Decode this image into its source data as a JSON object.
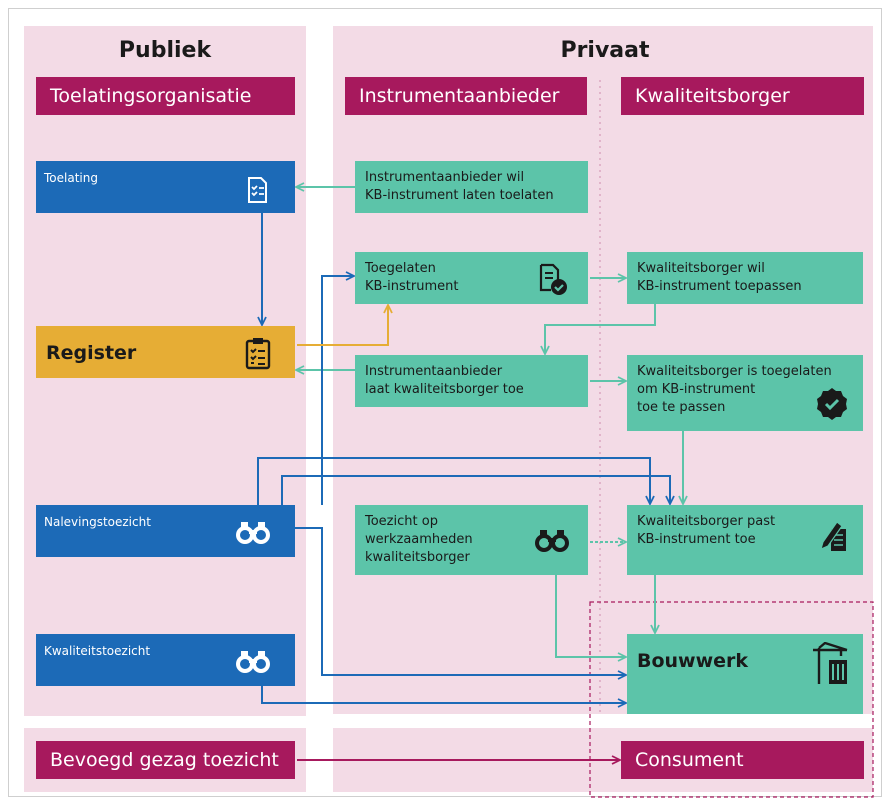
{
  "headers": {
    "publiek": "Publiek",
    "privaat": "Privaat"
  },
  "columns": {
    "toelatingsorganisatie": "Toelatingsorganisatie",
    "instrumentaanbieder": "Instrumentaanbieder",
    "kwaliteitsborger": "Kwaliteitsborger"
  },
  "boxes": {
    "toelating": "Toelating",
    "register": "Register",
    "nalevingstoezicht": "Nalevingstoezicht",
    "kwaliteitstoezicht": "Kwaliteitstoezicht",
    "aanbieder_wil": "Instrumentaanbieder wil\nKB-instrument laten toelaten",
    "toegelaten": "Toegelaten\nKB-instrument",
    "laat_toe": "Instrumentaanbieder\nlaat kwaliteitsborger toe",
    "toezicht_op": "Toezicht op\nwerkzaamheden\nkwaliteitsborger",
    "borger_wil": "Kwaliteitsborger wil\nKB-instrument toepassen",
    "borger_toegelaten": "Kwaliteitsborger is toegelaten\nom KB-instrument\ntoe te passen",
    "borger_past": "Kwaliteitsborger past\nKB-instrument toe",
    "bouwwerk": "Bouwwerk"
  },
  "bottom": {
    "bevoegd_gezag": "Bevoegd gezag toezicht",
    "consument": "Consument"
  },
  "colors": {
    "magenta": "#a7195d",
    "blue": "#1c6ab7",
    "green": "#5cc4a9",
    "yellow": "#e6ad35",
    "zone": "#f3dbe6"
  },
  "icons": {
    "toelating": "checklist-document-icon",
    "register": "clipboard-icon",
    "toegelaten": "certified-document-icon",
    "nalevingstoezicht": "binoculars-icon",
    "kwaliteitstoezicht": "binoculars-icon",
    "toezicht_op": "binoculars-icon",
    "borger_toegelaten": "approved-badge-icon",
    "borger_past": "pen-document-icon",
    "bouwwerk": "crane-building-icon"
  }
}
